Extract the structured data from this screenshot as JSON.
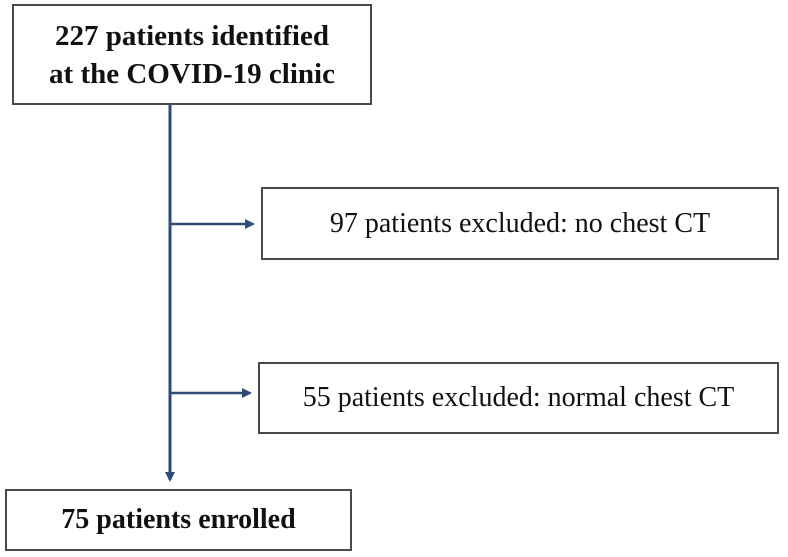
{
  "flowchart": {
    "start": {
      "line1": "227 patients identified",
      "line2": "at the COVID-19 clinic"
    },
    "exclusions": [
      {
        "label": "97 patients excluded: no chest CT"
      },
      {
        "label": "55 patients excluded: normal chest CT"
      }
    ],
    "end": {
      "label": "75 patients enrolled"
    }
  },
  "colors": {
    "arrow": "#2f4a73",
    "box_border": "#4a4a4a"
  }
}
